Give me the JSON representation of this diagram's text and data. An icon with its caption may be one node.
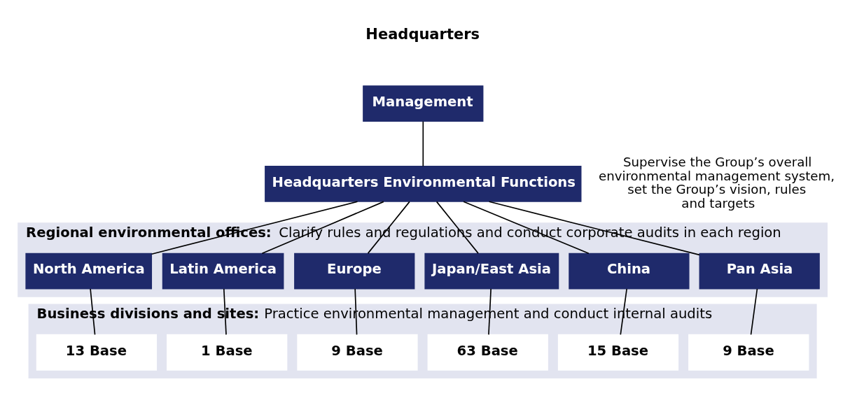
{
  "diagram": {
    "nodes": [
      {
        "text": [
          "Management"
        ]
      },
      {
        "text": [
          "Headquarters Environmental Functions"
        ],
        "beside": [
          "Supervise the Group’s overall environmental management system, set the Group’s vision, rules and targets"
        ]
      },
      {
        "text": [
          "Regional environmental offices:",
          "Clarify rules and regulations and conduct corporate audits in each region"
        ]
      },
      {
        "text": [
          "North America"
        ],
        "in": 2
      },
      {
        "text": [
          "Latin America"
        ],
        "in": 2
      },
      {
        "text": [
          "Europe"
        ],
        "in": 2
      },
      {
        "text": [
          "Japan/East Asia"
        ],
        "in": 2
      },
      {
        "text": [
          "China"
        ],
        "in": 2
      },
      {
        "text": [
          "Pan Asia"
        ],
        "in": 2
      },
      {
        "text": [
          "Business divisions and sites:",
          "Practice environmental management and conduct internal audits"
        ]
      },
      {
        "text": [
          "13 Base"
        ],
        "in": 9
      },
      {
        "text": [
          "1 Base"
        ],
        "in": 9
      },
      {
        "text": [
          "9 Base"
        ],
        "in": 9
      },
      {
        "text": [
          "63 Base"
        ],
        "in": 9
      },
      {
        "text": [
          "15 Base"
        ],
        "in": 9
      },
      {
        "text": [
          "9 Base"
        ],
        "in": 9
      }
    ],
    "edges": [
      {
        "from": 0,
        "to": 1,
        "arrow": "none"
      },
      {
        "from": 1,
        "to": 3,
        "arrow": "none"
      },
      {
        "from": 1,
        "to": 4,
        "arrow": "none"
      },
      {
        "from": 1,
        "to": 5,
        "arrow": "none"
      },
      {
        "from": 1,
        "to": 6,
        "arrow": "none"
      },
      {
        "from": 1,
        "to": 7,
        "arrow": "none"
      },
      {
        "from": 1,
        "to": 8,
        "arrow": "none"
      },
      {
        "from": 3,
        "to": 10,
        "arrow": "none"
      },
      {
        "from": 4,
        "to": 11,
        "arrow": "none"
      },
      {
        "from": 5,
        "to": 12,
        "arrow": "none"
      },
      {
        "from": 6,
        "to": 13,
        "arrow": "none"
      },
      {
        "from": 7,
        "to": 14,
        "arrow": "none"
      },
      {
        "from": 8,
        "to": 15,
        "arrow": "none"
      }
    ],
    "labels": [
      "Headquarters"
    ]
  }
}
